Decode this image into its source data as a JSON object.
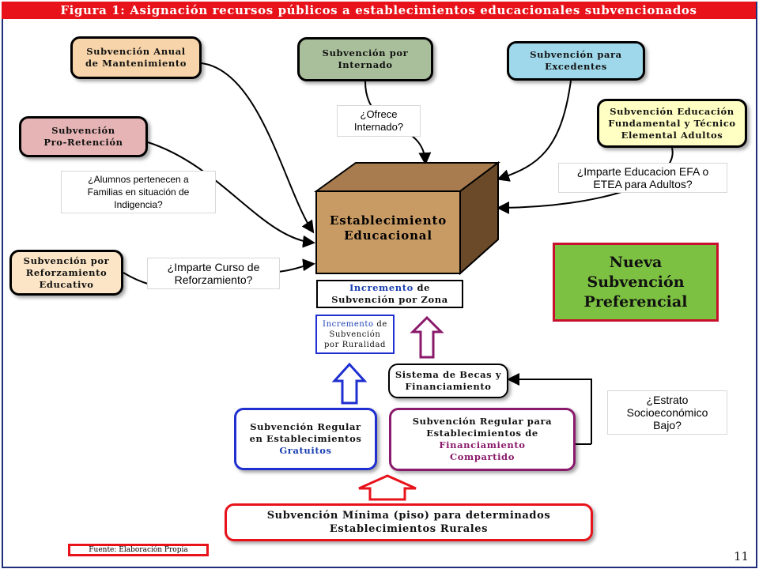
{
  "title": "Figura 1: Asignación recursos públicos a establecimientos educacionales subvencionados",
  "center": {
    "line1": "Establecimiento",
    "line2": "Educacional"
  },
  "boxes": {
    "anual": {
      "line1": "Subvención Anual",
      "line2": "de Mantenimiento",
      "color": "#f7d4a9"
    },
    "internado": {
      "line1": "Subvención por",
      "line2": "Internado",
      "color": "#a9bf9b"
    },
    "excedentes": {
      "line1": "Subvención para",
      "line2": "Excedentes",
      "color": "#9fd8ea"
    },
    "retencion": {
      "line1": "Subvención",
      "line2": "Pro-Retención",
      "color": "#e6b4b4"
    },
    "efa": {
      "line1": "Subvención Educación",
      "line2": "Fundamental y Técnico",
      "line3": "Elemental Adultos",
      "color": "#ffffc4"
    },
    "reforzamiento": {
      "line1": "Subvención por",
      "line2": "Reforzamiento",
      "line3": "Educativo",
      "color": "#fbe5c6"
    },
    "zona": {
      "part1": "Incremento",
      "part2": " de",
      "line2": "Subvención por Zona"
    },
    "ruralidad": {
      "part1": "Incremento",
      "part2": " de",
      "line2": "Subvención",
      "line3": "por Ruralidad"
    },
    "becas": {
      "line1": "Sistema de Becas y",
      "line2": "Financiamiento"
    },
    "gratuitos": {
      "line1": "Subvención Regular",
      "line2": "en Establecimientos",
      "line3": "Gratuitos"
    },
    "compartido": {
      "line1": "Subvención Regular para",
      "line2": "Establecimientos de",
      "line3": "Financiamiento",
      "line4": "Compartido"
    },
    "minima": {
      "line1": "Subvención Mínima (piso) para determinados",
      "line2": "Establecimientos Rurales"
    },
    "preferencial": {
      "line1": "Nueva",
      "line2": "Subvención",
      "line3": "Preferencial",
      "color": "#7dc142"
    }
  },
  "questions": {
    "internado": {
      "line1": "¿Ofrece",
      "line2": "Internado?"
    },
    "indigencia": {
      "line1": "¿Alumnos pertenecen a",
      "line2": "Familias en situación de",
      "line3": "Indigencia?"
    },
    "adultos": {
      "line1": "¿Imparte Educacion EFA o",
      "line2": "ETEA  para Adultos?"
    },
    "reforzamiento": {
      "line1": "¿Imparte Curso de",
      "line2": "Reforzamiento?"
    },
    "estrato": {
      "line1": "¿Estrato",
      "line2": "Socioeconómico",
      "line3": "Bajo?"
    }
  },
  "source": "Fuente: Elaboración Propia",
  "page_number": "11"
}
